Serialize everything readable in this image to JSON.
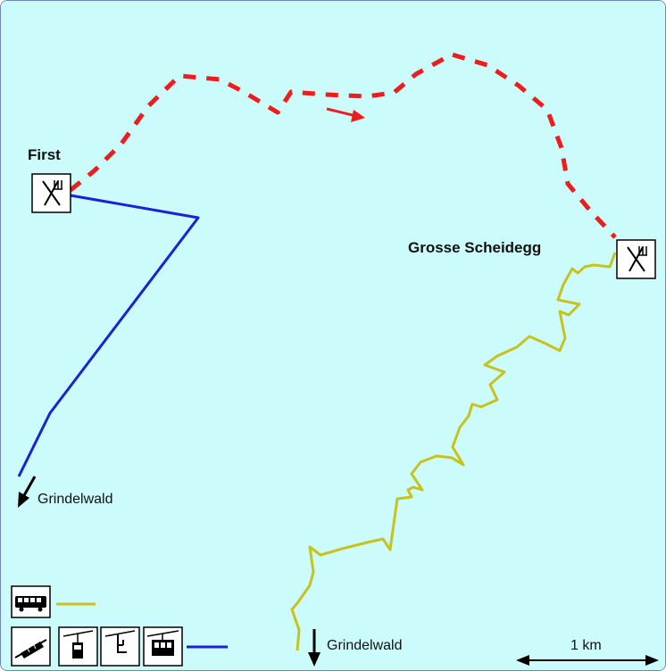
{
  "map": {
    "background_color": "#ccfbfb",
    "places": {
      "first": "First",
      "grosse_scheidegg": "Grosse Scheidegg"
    },
    "directions": {
      "grindelwald_west": "Grindelwald",
      "grindelwald_south": "Grindelwald"
    },
    "scale": {
      "label": "1 km"
    },
    "routes": {
      "hiking_color": "#ee1c1c",
      "cable_car_color": "#1a22d6",
      "bus_color": "#c8c21e"
    },
    "icons": {
      "restaurant": "restaurant-icon",
      "bus": "bus-icon",
      "funicular": "funicular-icon",
      "gondola": "gondola-icon",
      "chairlift": "chairlift-icon",
      "cable_car": "cable-car-icon"
    }
  }
}
